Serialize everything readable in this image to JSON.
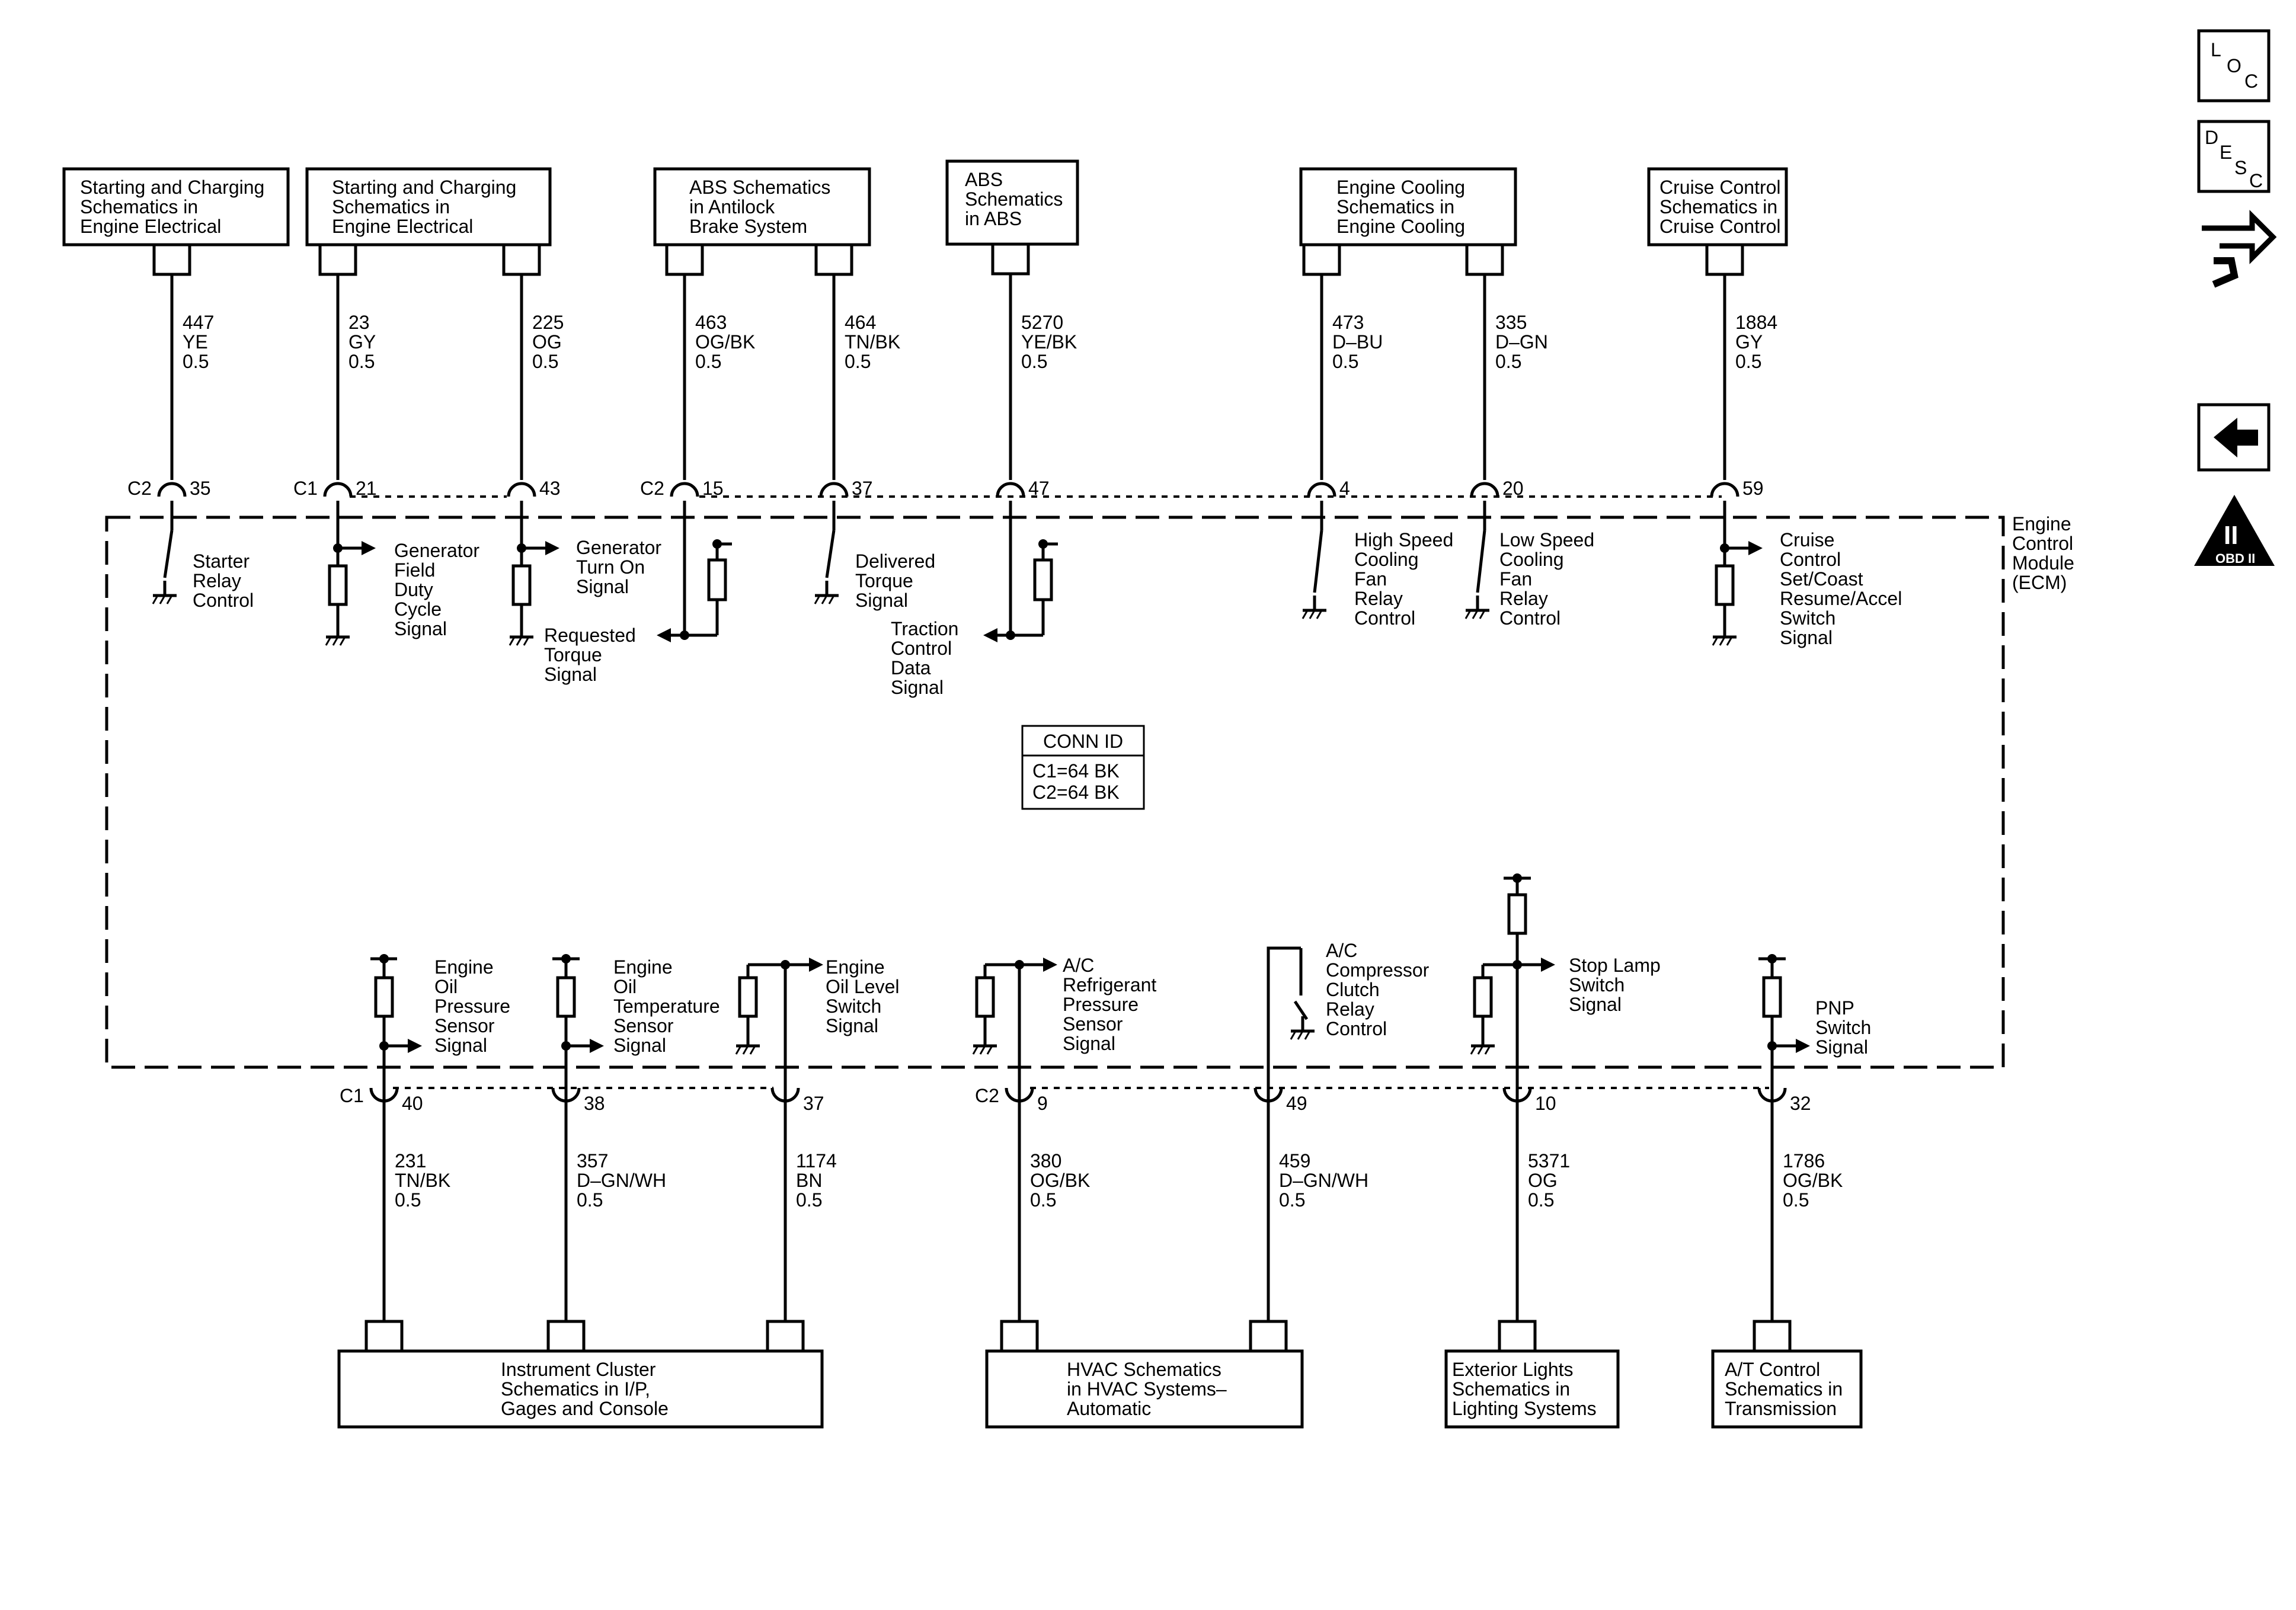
{
  "top_boxes": [
    {
      "id": "tb1",
      "lines": [
        "Starting and Charging",
        "Schematics in",
        "Engine Electrical"
      ]
    },
    {
      "id": "tb2",
      "lines": [
        "Starting and Charging",
        "Schematics in",
        "Engine Electrical"
      ]
    },
    {
      "id": "tb3",
      "lines": [
        "ABS Schematics",
        "in Antilock",
        "Brake System"
      ]
    },
    {
      "id": "tb4",
      "lines": [
        "ABS",
        "Schematics",
        "in ABS"
      ]
    },
    {
      "id": "tb5",
      "lines": [
        "Engine Cooling",
        "Schematics in",
        "Engine Cooling"
      ]
    },
    {
      "id": "tb6",
      "lines": [
        "Cruise Control",
        "Schematics in",
        "Cruise Control"
      ]
    }
  ],
  "bottom_boxes": [
    {
      "id": "bb1",
      "lines": [
        "Instrument Cluster",
        "Schematics in I/P,",
        "Gages and Console"
      ]
    },
    {
      "id": "bb2",
      "lines": [
        "HVAC Schematics",
        "in HVAC Systems–",
        "Automatic"
      ]
    },
    {
      "id": "bb3",
      "lines": [
        "Exterior Lights",
        "Schematics in",
        "Lighting Systems"
      ]
    },
    {
      "id": "bb4",
      "lines": [
        "A/T Control",
        "Schematics in",
        "Transmission"
      ]
    }
  ],
  "top_wires": [
    {
      "circuit": "447",
      "color": "YE",
      "size": "0.5",
      "conn": "C2",
      "pin": "35",
      "label": [
        "Starter",
        "Relay",
        "Control"
      ]
    },
    {
      "circuit": "23",
      "color": "GY",
      "size": "0.5",
      "conn": "C1",
      "pin": "21",
      "label": [
        "Generator",
        "Field",
        "Duty",
        "Cycle",
        "Signal"
      ]
    },
    {
      "circuit": "225",
      "color": "OG",
      "size": "0.5",
      "conn": "",
      "pin": "43",
      "label": [
        "Generator",
        "Turn On",
        "Signal"
      ]
    },
    {
      "circuit": "463",
      "color": "OG/BK",
      "size": "0.5",
      "conn": "C2",
      "pin": "15",
      "label": [
        "Requested",
        "Torque",
        "Signal"
      ]
    },
    {
      "circuit": "464",
      "color": "TN/BK",
      "size": "0.5",
      "conn": "",
      "pin": "37",
      "label": [
        "Delivered",
        "Torque",
        "Signal"
      ]
    },
    {
      "circuit": "5270",
      "color": "YE/BK",
      "size": "0.5",
      "conn": "",
      "pin": "47",
      "label": [
        "Traction",
        "Control",
        "Data",
        "Signal"
      ]
    },
    {
      "circuit": "473",
      "color": "D–BU",
      "size": "0.5",
      "conn": "",
      "pin": "4",
      "label": [
        "High Speed",
        "Cooling",
        "Fan",
        "Relay",
        "Control"
      ]
    },
    {
      "circuit": "335",
      "color": "D–GN",
      "size": "0.5",
      "conn": "",
      "pin": "20",
      "label": [
        "Low Speed",
        "Cooling",
        "Fan",
        "Relay",
        "Control"
      ]
    },
    {
      "circuit": "1884",
      "color": "GY",
      "size": "0.5",
      "conn": "",
      "pin": "59",
      "label": [
        "Cruise",
        "Control",
        "Set/Coast",
        "Resume/Accel",
        "Switch",
        "Signal"
      ]
    }
  ],
  "bottom_wires": [
    {
      "circuit": "231",
      "color": "TN/BK",
      "size": "0.5",
      "conn": "C1",
      "pin": "40",
      "label": [
        "Engine",
        "Oil",
        "Pressure",
        "Sensor",
        "Signal"
      ]
    },
    {
      "circuit": "357",
      "color": "D–GN/WH",
      "size": "0.5",
      "conn": "",
      "pin": "38",
      "label": [
        "Engine",
        "Oil",
        "Temperature",
        "Sensor",
        "Signal"
      ]
    },
    {
      "circuit": "1174",
      "color": "BN",
      "size": "0.5",
      "conn": "",
      "pin": "37",
      "label": [
        "Engine",
        "Oil Level",
        "Switch",
        "Signal"
      ]
    },
    {
      "circuit": "380",
      "color": "OG/BK",
      "size": "0.5",
      "conn": "C2",
      "pin": "9",
      "label": [
        "A/C",
        "Refrigerant",
        "Pressure",
        "Sensor",
        "Signal"
      ]
    },
    {
      "circuit": "459",
      "color": "D–GN/WH",
      "size": "0.5",
      "conn": "",
      "pin": "49",
      "label": [
        "A/C",
        "Compressor",
        "Clutch",
        "Relay",
        "Control"
      ]
    },
    {
      "circuit": "5371",
      "color": "OG",
      "size": "0.5",
      "conn": "",
      "pin": "10",
      "label": [
        "Stop Lamp",
        "Switch",
        "Signal"
      ]
    },
    {
      "circuit": "1786",
      "color": "OG/BK",
      "size": "0.5",
      "conn": "",
      "pin": "32",
      "label": [
        "PNP",
        "Switch",
        "Signal"
      ]
    }
  ],
  "module": {
    "name": [
      "Engine",
      "Control",
      "Module",
      "(ECM)"
    ]
  },
  "conn_id": {
    "title": "CONN ID",
    "lines": [
      "C1=64 BK",
      "C2=64 BK"
    ]
  },
  "side_icons": {
    "loc": [
      "L",
      "O",
      "C"
    ],
    "desc": [
      "D",
      "E",
      "S",
      "C"
    ],
    "obd": "OBD II",
    "obd_roman": "II"
  }
}
